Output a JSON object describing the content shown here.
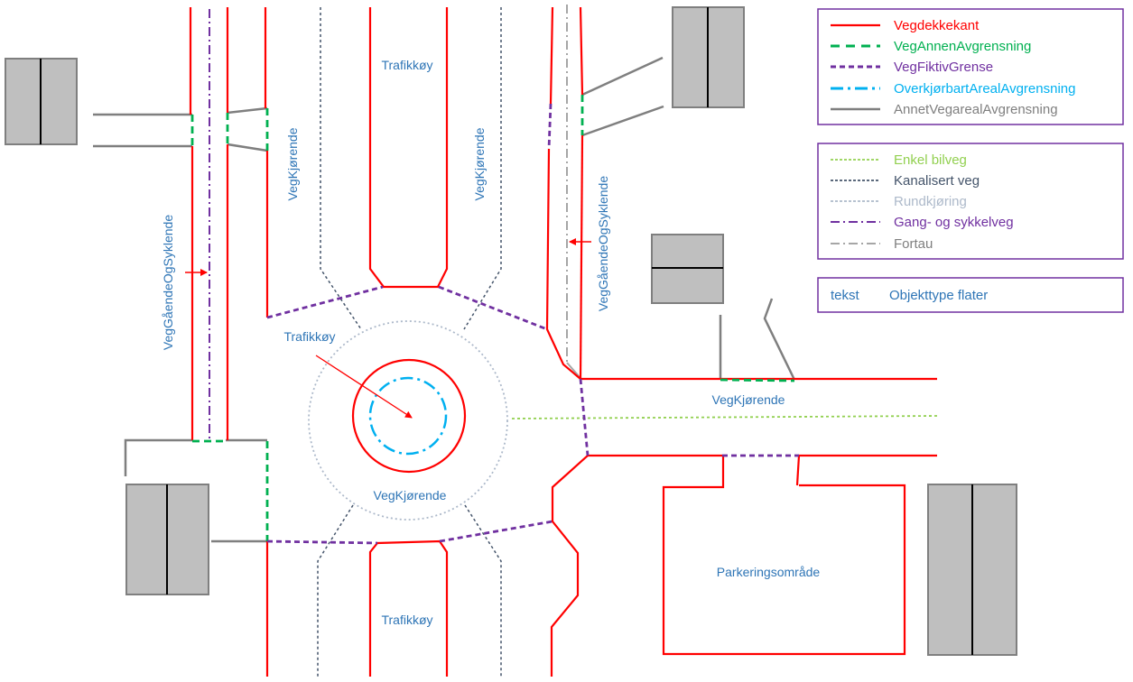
{
  "colors": {
    "vegdekkekant": "#ff0000",
    "veg_annen": "#00b050",
    "veg_fiktiv": "#7030a0",
    "overkjorbart": "#00b0f0",
    "annet_vegareal": "#7f7f7f",
    "enkel_bilveg": "#92d050",
    "kanalisert_veg": "#44546a",
    "rundkjoring": "#adb9ca",
    "gang_sykkel": "#7030a0",
    "fortau": "#a6a6a6",
    "label_blue": "#2e75b6",
    "building_fill": "#bfbfbf",
    "legend_border": "#7030a0"
  },
  "legend1": [
    {
      "label": "Vegdekkekant",
      "color": "#ff0000",
      "style": "solid"
    },
    {
      "label": "VegAnnenAvgrensning",
      "color": "#00b050",
      "style": "dash"
    },
    {
      "label": "VegFiktivGrense",
      "color": "#7030a0",
      "style": "dash-small"
    },
    {
      "label": "OverkjørbartArealAvgrensning",
      "color": "#00b0f0",
      "style": "dashdot"
    },
    {
      "label": "AnnetVegarealAvgrensning",
      "color": "#7f7f7f",
      "style": "solid"
    }
  ],
  "legend2": [
    {
      "label": "Enkel bilveg",
      "color": "#92d050",
      "style": "dot"
    },
    {
      "label": "Kanalisert veg",
      "color": "#44546a",
      "style": "dot"
    },
    {
      "label": "Rundkjøring",
      "color": "#adb9ca",
      "style": "dot"
    },
    {
      "label": "Gang- og sykkelveg",
      "color": "#7030a0",
      "style": "dashdot"
    },
    {
      "label": "Fortau",
      "color": "#a6a6a6",
      "style": "dashdot"
    }
  ],
  "legend3": {
    "sample": "tekst",
    "label": "Objekttype flater"
  },
  "labels": {
    "trafikkoy_top": "Trafikkøy",
    "trafikkoy_center": "Trafikkøy",
    "trafikkoy_bottom": "Trafikkøy",
    "vegkjorende_left": "VegKjørende",
    "vegkjorende_mid": "VegKjørende",
    "vegkjorende_east": "VegKjørende",
    "vegkjorende_round": "VegKjørende",
    "gs_left": "VegGåendeOgSyklende",
    "gs_right": "VegGåendeOgSyklende",
    "parkering": "Parkeringsområde"
  }
}
